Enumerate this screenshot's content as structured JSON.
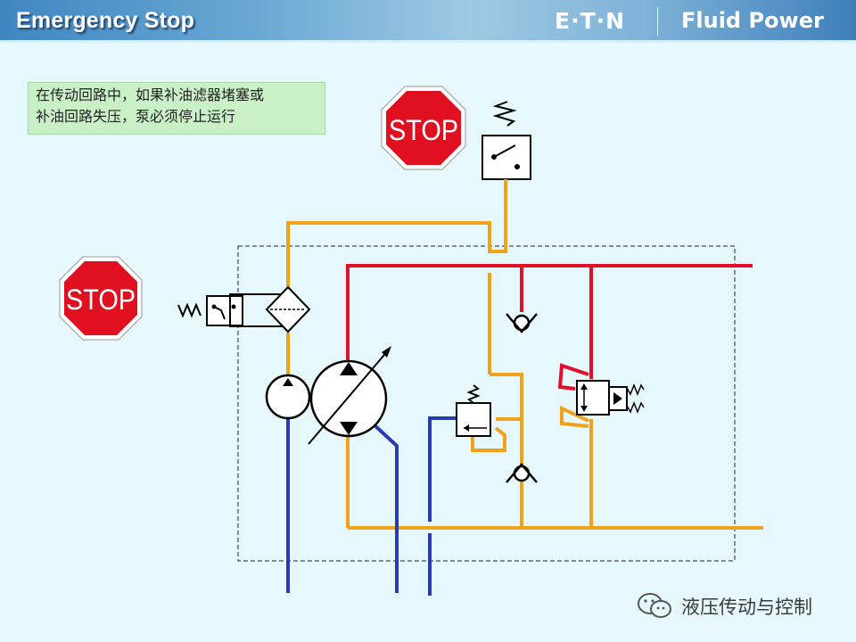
{
  "header": {
    "title": "Emergency Stop",
    "brand": "E·T·N",
    "tagline": "Fluid Power"
  },
  "note": {
    "line1": "在传动回路中，如果补油滤器堵塞或",
    "line2": "补油回路失压，泵必须停止运行"
  },
  "stop_signs": {
    "label": "STOP"
  },
  "watermark": {
    "text": "液压传动与控制"
  },
  "colors": {
    "pressure": "#e0102a",
    "charge": "#f0a21a",
    "case_drain": "#2a3bb0",
    "header_bg": "#4a8fc8",
    "background": "#e6f8fb",
    "note_bg": "#c9f0c6",
    "stop_red": "#e01020"
  }
}
